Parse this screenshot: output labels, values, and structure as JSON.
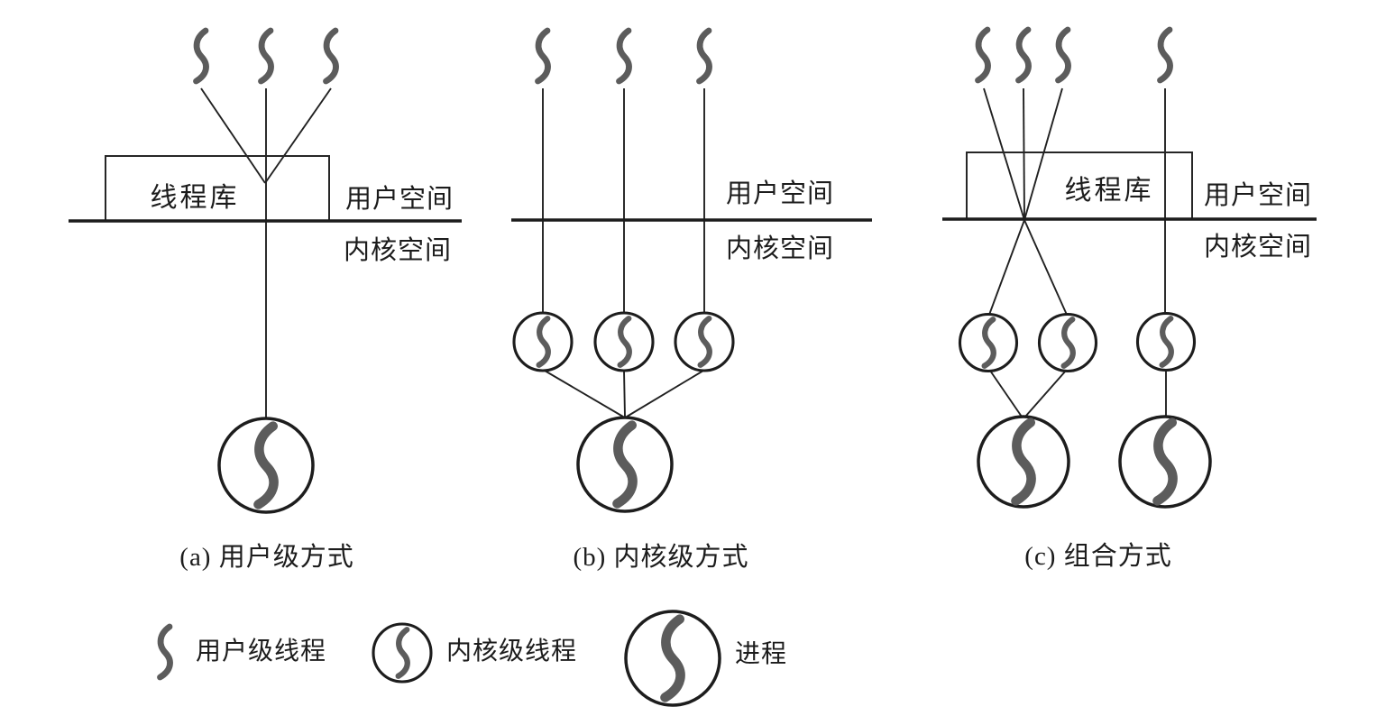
{
  "colors": {
    "background": "#ffffff",
    "ink": "#1c1c1c",
    "squiggle_gray": "#5c5c5c"
  },
  "panels": [
    {
      "caption": "(a) 用户级方式",
      "labels": {
        "thread_library": "线程库",
        "user_space": "用户空间",
        "kernel_space": "内核空间"
      },
      "user_threads": 3,
      "kernel_threads": 0,
      "processes": 1
    },
    {
      "caption": "(b) 内核级方式",
      "labels": {
        "user_space": "用户空间",
        "kernel_space": "内核空间"
      },
      "user_threads": 3,
      "kernel_threads": 3,
      "processes": 1
    },
    {
      "caption": "(c) 组合方式",
      "labels": {
        "thread_library": "线程库",
        "user_space": "用户空间",
        "kernel_space": "内核空间"
      },
      "user_threads": 4,
      "kernel_threads": 3,
      "processes": 2
    }
  ],
  "legend": {
    "items": [
      {
        "icon": "user-level-thread-icon",
        "label": "用户级线程"
      },
      {
        "icon": "kernel-level-thread-icon",
        "label": "内核级线程"
      },
      {
        "icon": "process-icon",
        "label": "进程"
      }
    ]
  }
}
